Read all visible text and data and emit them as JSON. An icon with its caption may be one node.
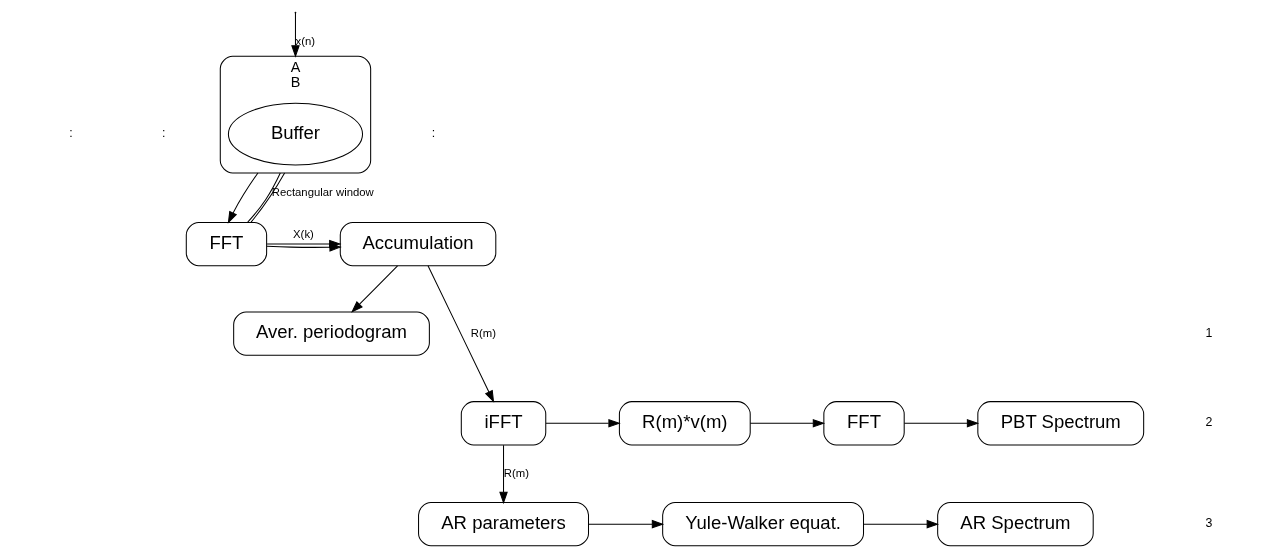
{
  "diagram": {
    "nodes": [
      {
        "text": [
          "A",
          "B"
        ]
      },
      {
        "text": [
          "Buffer"
        ],
        "in": 0
      },
      {
        "text": [
          "FFT"
        ]
      },
      {
        "text": [
          "Accumulation"
        ]
      },
      {
        "text": [
          "Aver. periodogram"
        ]
      },
      {
        "text": [
          "iFFT"
        ]
      },
      {
        "text": [
          "R(m)*v(m)"
        ]
      },
      {
        "text": [
          "FFT"
        ]
      },
      {
        "text": [
          "PBT Spectrum"
        ]
      },
      {
        "text": [
          "AR parameters"
        ]
      },
      {
        "text": [
          "Yule-Walker equat."
        ]
      },
      {
        "text": [
          "AR Spectrum"
        ]
      }
    ],
    "edges": [
      {
        "from": null,
        "to": 0,
        "arrow": "to",
        "label": "x(n)"
      },
      {
        "from": 0,
        "to": 2,
        "arrow": "none",
        "label": "Rectangular window"
      },
      {
        "from": 0,
        "to": 2,
        "arrow": "to"
      },
      {
        "from": 0,
        "to": 2,
        "arrow": "none"
      },
      {
        "from": 2,
        "to": 3,
        "arrow": "to",
        "label": "X(k)"
      },
      {
        "from": 2,
        "to": 3,
        "arrow": "to"
      },
      {
        "from": 3,
        "to": 4,
        "arrow": "to"
      },
      {
        "from": 3,
        "to": 5,
        "arrow": "to",
        "label": "R(m)"
      },
      {
        "from": 5,
        "to": 6,
        "arrow": "to"
      },
      {
        "from": 6,
        "to": 7,
        "arrow": "to"
      },
      {
        "from": 7,
        "to": 8,
        "arrow": "to"
      },
      {
        "from": 5,
        "to": 9,
        "arrow": "to",
        "label": "R(m)"
      },
      {
        "from": 9,
        "to": 10,
        "arrow": "to"
      },
      {
        "from": 10,
        "to": 11,
        "arrow": "to"
      }
    ],
    "labels": [
      ":",
      ":",
      ":",
      "1",
      "2",
      "3"
    ]
  }
}
